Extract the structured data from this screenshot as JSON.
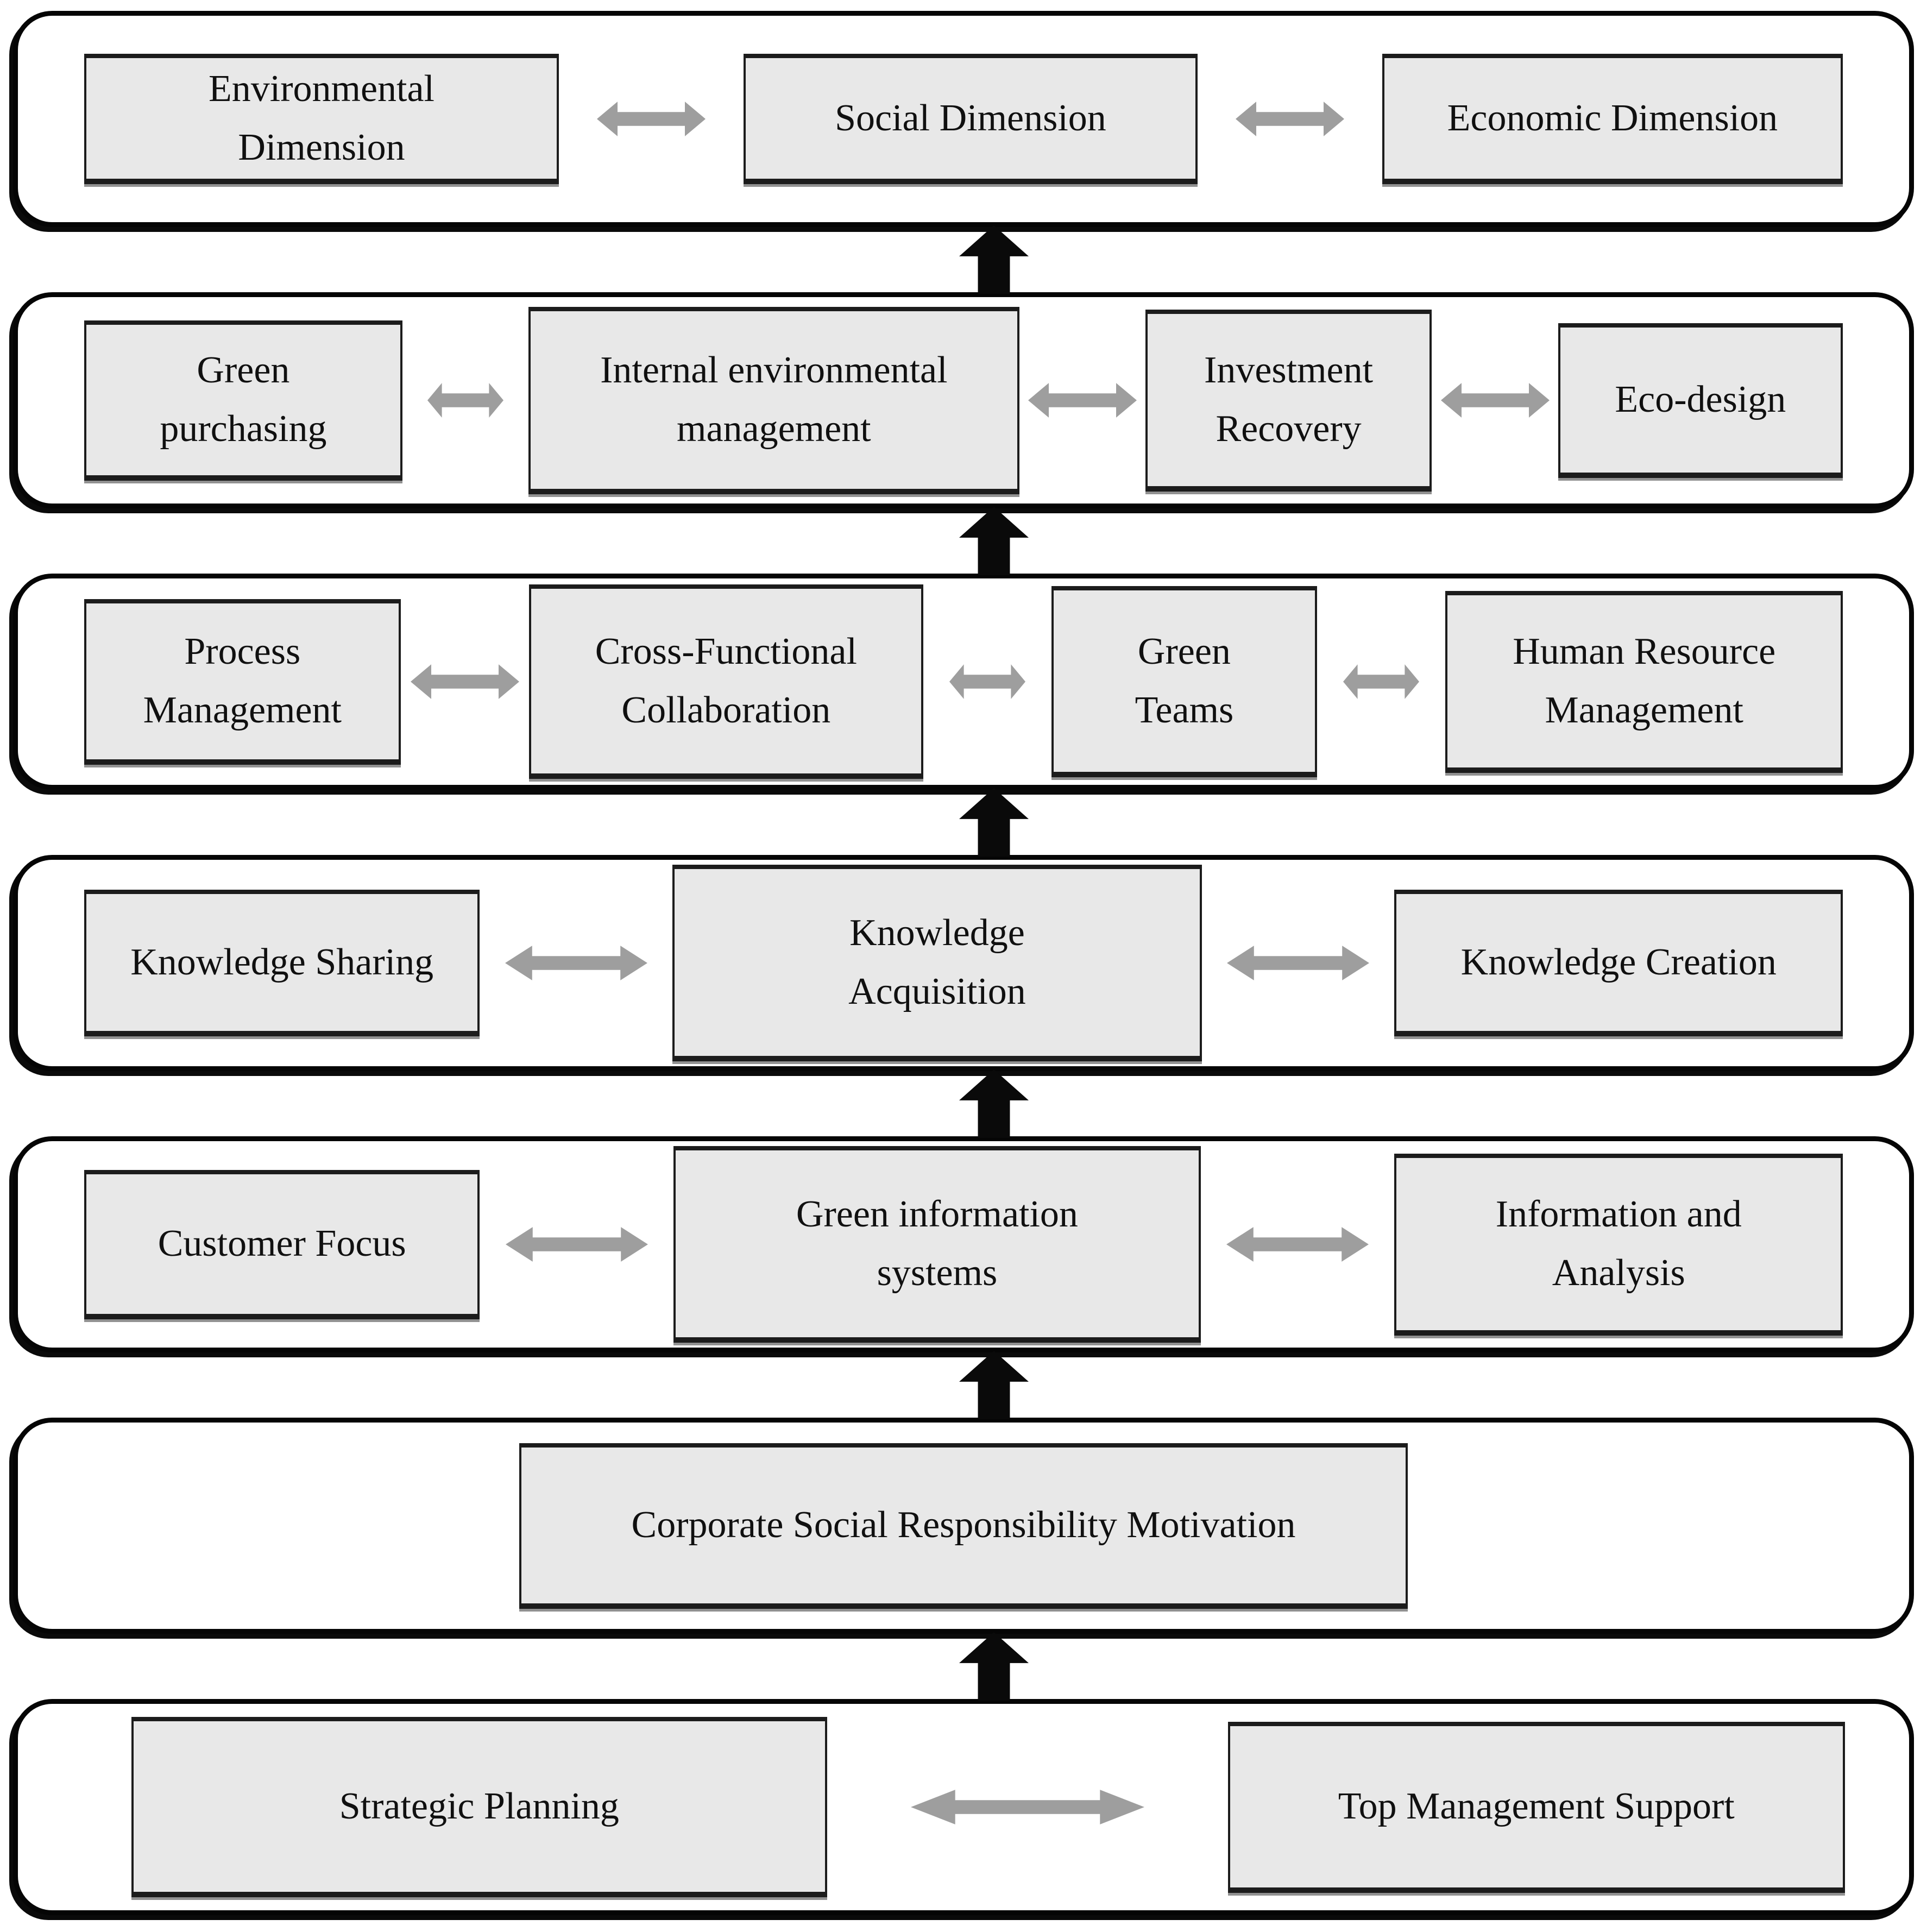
{
  "diagram": {
    "rows": [
      {
        "boxes": [
          "Environmental Dimension",
          "Social Dimension",
          "Economic Dimension"
        ]
      },
      {
        "boxes": [
          "Green purchasing",
          "Internal environmental management",
          "Investment Recovery",
          "Eco-design"
        ]
      },
      {
        "boxes": [
          "Process Management",
          "Cross-Functional Collaboration",
          "Green Teams",
          "Human Resource Management"
        ]
      },
      {
        "boxes": [
          "Knowledge Sharing",
          "Knowledge Acquisition",
          "Knowledge Creation"
        ]
      },
      {
        "boxes": [
          "Customer Focus",
          "Green information systems",
          "Information and Analysis"
        ]
      },
      {
        "boxes": [
          "Corporate Social Responsibility Motivation"
        ]
      },
      {
        "boxes": [
          "Strategic Planning",
          "Top Management Support"
        ]
      }
    ],
    "colors": {
      "background": "#ffffff",
      "box_fill": "#e8e8e8",
      "box_border": "#1c1c1c",
      "container_border": "#050505",
      "horizontal_arrow": "#9e9e9e",
      "vertical_arrow": "#0a0a0a"
    }
  }
}
